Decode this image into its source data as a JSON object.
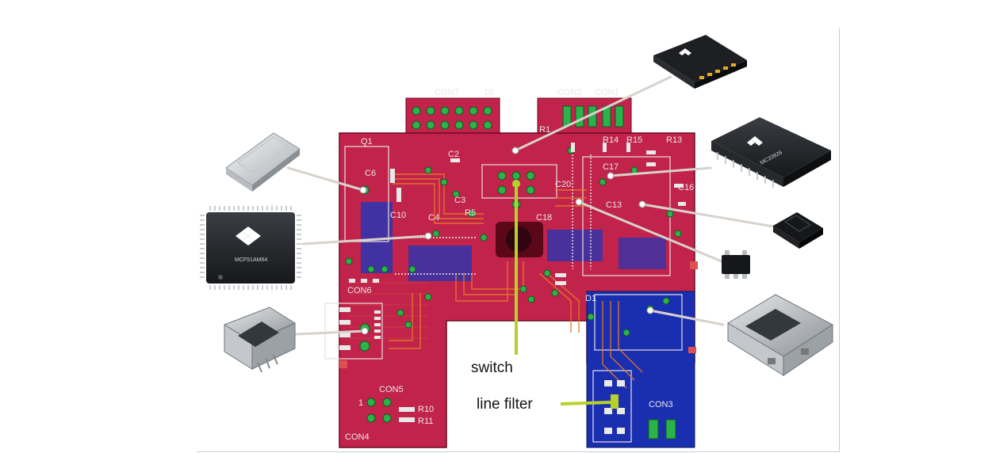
{
  "labels": {
    "con7": "CON7",
    "con7_pin": "10",
    "con2": "CON2",
    "con1": "CON1",
    "con5": "CON5",
    "con4": "CON4",
    "con3": "CON3",
    "con6": "CON6",
    "r10": "R10",
    "r11": "R11",
    "pin1": "1",
    "c18": "C18",
    "c20": "C20",
    "c10": "C10",
    "c4": "C4",
    "c6": "C6",
    "q1": "Q1",
    "r5": "R5",
    "r15": "R15",
    "r14": "R14",
    "r13": "R13",
    "r1": "R1",
    "c17": "C17",
    "c16": "C16",
    "c13": "C13",
    "c2": "C2",
    "c3": "C3",
    "d1": "D1"
  },
  "callouts": {
    "switch": "switch",
    "line_filter": "line filter"
  },
  "chips": {
    "mcu_marking": "MCF51AM64",
    "driver_marking": "MC33926"
  },
  "colors": {
    "board_red": "#c1234a",
    "board_blue": "#1a2fb0",
    "trace_orange": "#e8782a",
    "via_green": "#2bb34a",
    "callout_green": "#b6d22a",
    "leader_gray": "#d8d2cc"
  }
}
